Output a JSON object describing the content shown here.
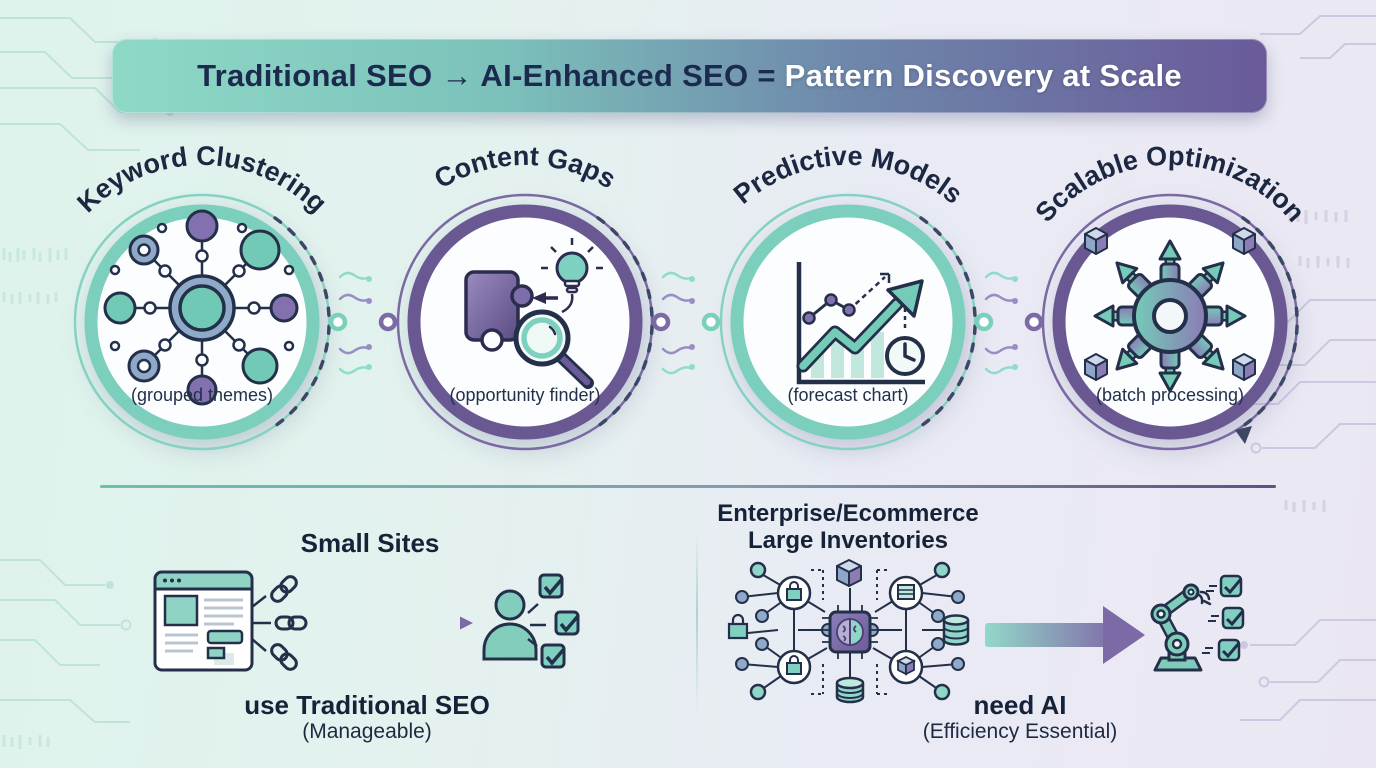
{
  "title_banner": {
    "segment_dark": "Traditional SEO → AI-Enhanced SEO = ",
    "segment_light": "Pattern Discovery at Scale"
  },
  "stages": [
    {
      "label": "Keyword Clustering",
      "caption": "(grouped themes)",
      "icon": "network-cluster-icon",
      "ring": "teal"
    },
    {
      "label": "Content Gaps",
      "caption": "(opportunity finder)",
      "icon": "puzzle-magnifier-lightbulb-icon",
      "ring": "purple"
    },
    {
      "label": "Predictive Models",
      "caption": "(forecast chart)",
      "icon": "forecast-growth-chart-icon",
      "ring": "teal"
    },
    {
      "label": "Scalable Optimization",
      "caption": "(batch processing)",
      "icon": "gear-distribution-icon",
      "ring": "purple"
    }
  ],
  "bottom_left": {
    "heading": "Small Sites",
    "conclusion": "use Traditional SEO",
    "note": "(Manageable)",
    "icons": [
      "browser-links-icon",
      "person-checklist-icon"
    ]
  },
  "bottom_right": {
    "heading_line1": "Enterprise/Ecommerce",
    "heading_line2": "Large Inventories",
    "conclusion": "need AI",
    "note": "(Efficiency Essential)",
    "icons": [
      "ai-network-icon",
      "big-flow-arrow-icon",
      "robot-arm-checklist-icon"
    ]
  },
  "colors": {
    "banner_teal": "#8ed9c6",
    "banner_purple": "#6a5a9a",
    "banner_text_dark": "#1b2a4e",
    "banner_text_light": "#ffffff",
    "ring_teal": "#7ccfbc",
    "ring_purple": "#695892",
    "icon_teal": "#7ed1c1",
    "icon_purple": "#8b7cb5",
    "icon_steel": "#8fa9c9",
    "outline_dark": "#243049",
    "divider_gradient": [
      "#6fbfae",
      "#5d5186"
    ]
  }
}
